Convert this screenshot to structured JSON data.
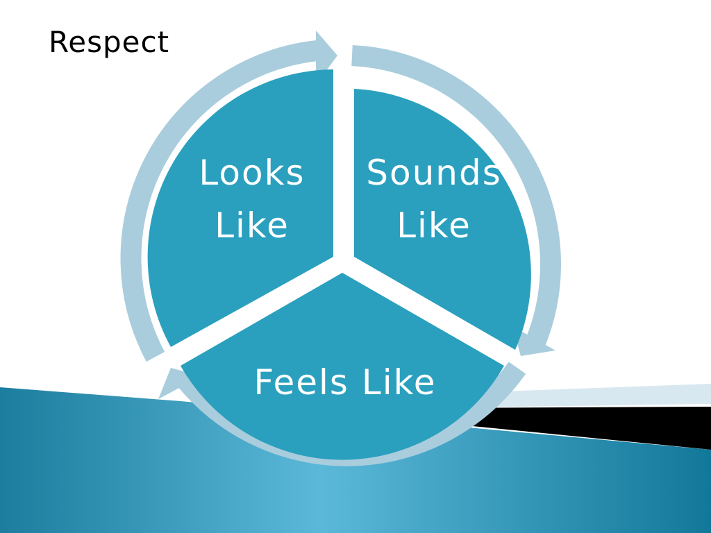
{
  "slide": {
    "title": "Respect"
  },
  "diagram": {
    "segments": [
      {
        "line1": "Looks",
        "line2": "Like"
      },
      {
        "line1": "Sounds",
        "line2": "Like"
      },
      {
        "line1": "Feels Like"
      }
    ]
  },
  "colors": {
    "segment_fill": "#2aa0be",
    "ring": "#a9cddd",
    "background_blue": "#1a88a9",
    "background_light": "#dce9f0",
    "stripe": "#000000"
  }
}
